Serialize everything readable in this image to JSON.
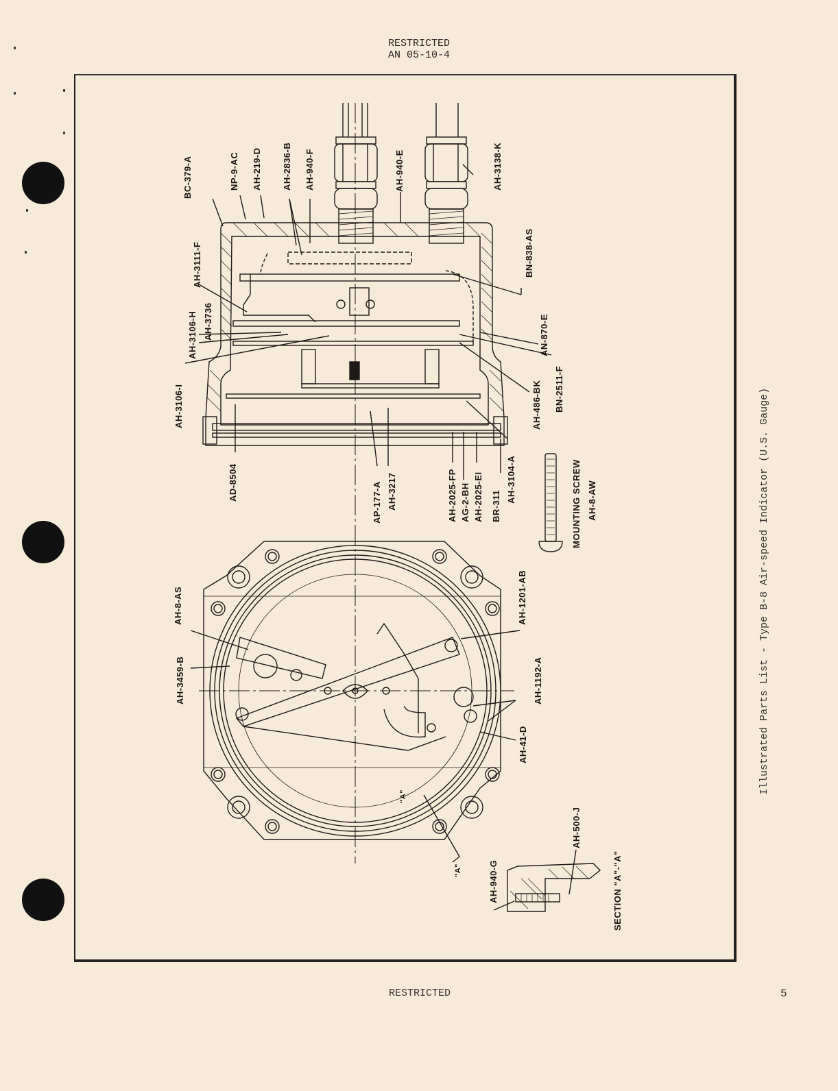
{
  "header": {
    "classification": "RESTRICTED",
    "doc_number": "AN 05-10-4"
  },
  "footer": {
    "classification": "RESTRICTED",
    "page_number": "5"
  },
  "side_caption": "Illustrated Parts List - Type B-8 Air-speed Indicator (U.S. Gauge)",
  "figure": {
    "side_view_labels": {
      "top": [
        "BC-379-A",
        "NP-9-AC",
        "AH-219-D",
        "AH-2836-B",
        "AH-940-F",
        "AH-940-E",
        "AH-3138-K"
      ],
      "left": [
        "AH-3111-F",
        "AH-3106-H",
        "AH-3736",
        "AH-3106-I"
      ],
      "right": [
        "BN-838-AS",
        "AN-870-E",
        "BN-2511-F",
        "AH-486-BK",
        "AH-3104-A"
      ],
      "bottom": [
        "AD-8504",
        "AP-177-A",
        "AH-3217",
        "AH-2025-FP",
        "AG-2-BH",
        "AH-2025-EI",
        "BR-311"
      ]
    },
    "mounting_screw": {
      "title": "MOUNTING SCREW",
      "part": "AH-8-AW"
    },
    "front_view_labels": {
      "left": [
        "AH-8-AS",
        "AH-3459-B"
      ],
      "right": [
        "AH-1201-AB",
        "AH-1192-A",
        "AH-41-D"
      ],
      "section_marker": "\"A\""
    },
    "section_view": {
      "title": "SECTION \"A\"-\"A\"",
      "labels": [
        "AH-940-G",
        "AH-500-J"
      ]
    }
  }
}
